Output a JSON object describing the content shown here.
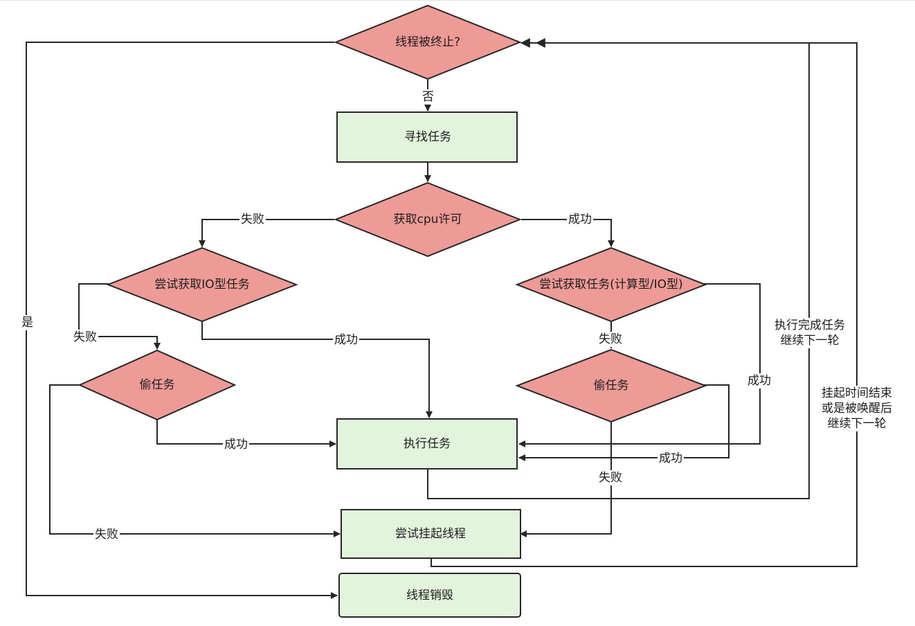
{
  "nodes": {
    "terminated": "线程被终止?",
    "find_task": "寻找任务",
    "get_cpu": "获取cpu许可",
    "try_io": "尝试获取IO型任务",
    "try_task": "尝试获取任务(计算型/IO型)",
    "steal_left": "偷任务",
    "steal_right": "偷任务",
    "execute": "执行任务",
    "suspend": "尝试挂起线程",
    "destroy": "线程销毁"
  },
  "labels": {
    "no": "否",
    "yes": "是",
    "cpu_fail": "失败",
    "cpu_success": "成功",
    "io_fail": "失败",
    "io_success": "成功",
    "task_fail": "失败",
    "task_success": "成功",
    "steal_left_success": "成功",
    "steal_left_fail": "失败",
    "steal_right_success": "成功",
    "steal_right_fail": "失败",
    "exec_done_1": "执行完成任务",
    "exec_done_2": "继续下一轮",
    "suspend_end_1": "挂起时间结束",
    "suspend_end_2": "或是被唤醒后",
    "suspend_end_3": "继续下一轮"
  },
  "colors": {
    "decision_fill": "#ee9b98",
    "process_fill": "#e3f4dc",
    "stroke": "#262626"
  }
}
